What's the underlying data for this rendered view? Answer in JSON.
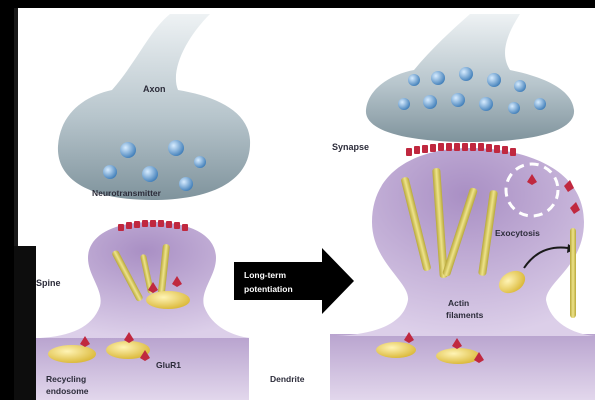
{
  "labels": {
    "axon": "Axon",
    "neurotransmitter": "Neurotransmitter",
    "spine": "Spine",
    "glur1": "GluR1",
    "recycling_line1": "Recycling",
    "recycling_line2": "endosome",
    "dendrite": "Dendrite",
    "synapse": "Synapse",
    "exocytosis": "Exocytosis",
    "actin_line1": "Actin",
    "actin_line2": "filaments"
  },
  "center_arrow": {
    "line1": "Long-term",
    "line2": "potentiation"
  },
  "colors": {
    "background": "#000000",
    "panel": "#ffffff",
    "dendrite": "#c9b8d8",
    "axon_terminal": "#8fa3ae",
    "vesicle": "#4f8dc4",
    "receptor": "#c0283f",
    "actin": "#d8cc55",
    "endosome": "#efd55a",
    "arrow": "#000000"
  }
}
